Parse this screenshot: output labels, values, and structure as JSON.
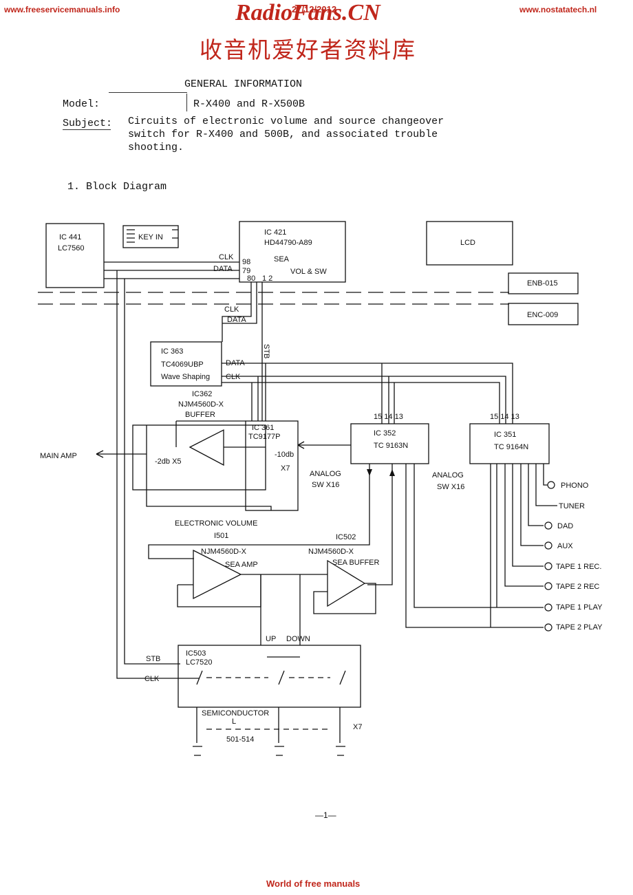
{
  "header": {
    "left_url": "www.freeservicemanuals.info",
    "brand": "RadioFans.CN",
    "date": "27/12/2012",
    "right_url": "www.nostatatech.nl",
    "cjk_title": "收音机爱好者资料库"
  },
  "info": {
    "heading": "GENERAL INFORMATION",
    "model_label": "Model:",
    "model_value": "R-X400 and R-X500B",
    "subject_label": "Subject:",
    "subject_lines": [
      "Circuits of electronic volume and source changeover",
      "switch for R-X400 and 500B, and associated trouble",
      "shooting."
    ],
    "section_title": "1. Block Diagram"
  },
  "diagram": {
    "ic441": [
      "IC 441",
      "LC7560"
    ],
    "keyin": "KEY IN",
    "ic421": [
      "IC 421",
      "HD44790-A89"
    ],
    "lcd": "LCD",
    "clk": "CLK",
    "data": "DATA",
    "pin98": "98",
    "pin79": "79",
    "pin80": "80",
    "pin12": "1 2",
    "sea": "SEA",
    "volsw": "VOL & SW",
    "enb": "ENB-015",
    "enc": "ENC-009",
    "stb": "STB",
    "ic363": [
      "IC 363",
      "TC4069UBP",
      "Wave Shaping"
    ],
    "ic362": [
      "IC362",
      "NJM4560D-X",
      "BUFFER"
    ],
    "ic361": [
      "IC 361",
      "TC9177P"
    ],
    "ic352": [
      "IC 352",
      "TC 9163N"
    ],
    "ic351": [
      "IC 351",
      "TC 9164N"
    ],
    "pins": "15 14 13",
    "main_amp": "MAIN AMP",
    "minus2db": "-2db X5",
    "minus10db": "-10db",
    "x7": "X7",
    "analog1": [
      "ANALOG",
      "SW X16"
    ],
    "analog2": [
      "ANALOG",
      "SW X16"
    ],
    "elec_vol": "ELECTRONIC VOLUME",
    "i501": "I501",
    "ic502": "IC502",
    "njm_a": "NJM4560D-X",
    "njm_b": "NJM4560D-X",
    "sea_amp": "SEA AMP",
    "sea_buf": "SEA BUFFER",
    "inputs": [
      "PHONO",
      "TUNER",
      "DAD",
      "AUX",
      "TAPE 1 REC.",
      "TAPE 2 REC",
      "TAPE 1 PLAY",
      "TAPE 2 PLAY"
    ],
    "up": "UP",
    "down": "DOWN",
    "ic503": [
      "IC503",
      "LC7520"
    ],
    "semi": "SEMICONDUCTOR",
    "l": "L",
    "range": "501-514",
    "x7b": "X7"
  },
  "page_number": "—1—",
  "footer": "World of free manuals"
}
